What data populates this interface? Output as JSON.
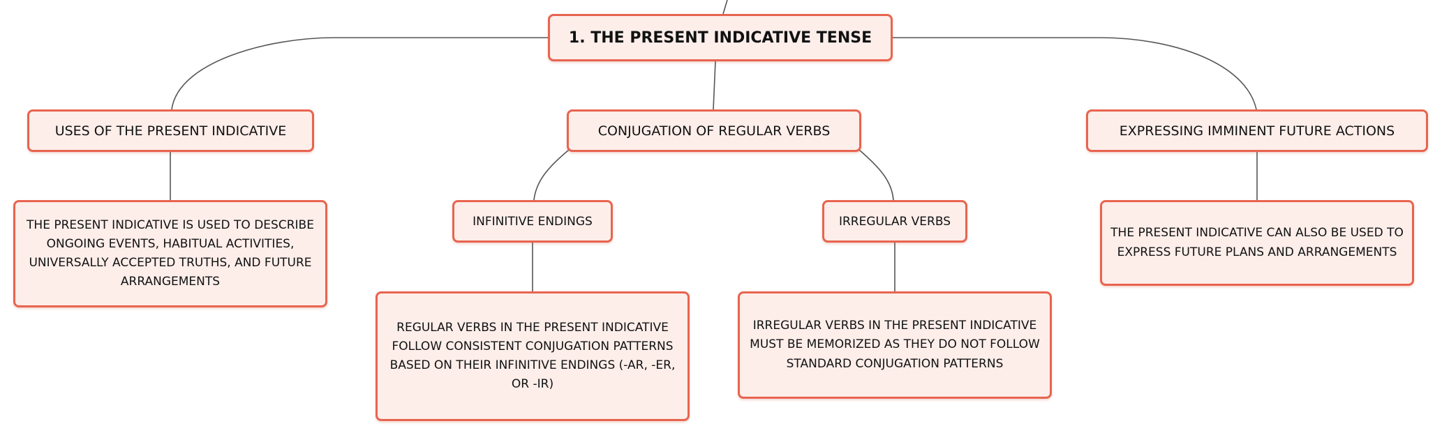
{
  "diagram": {
    "root": "1. THE PRESENT INDICATIVE TENSE",
    "branches": {
      "uses": {
        "label": "USES OF THE PRESENT INDICATIVE",
        "description": "THE PRESENT INDICATIVE IS USED TO DESCRIBE ONGOING EVENTS, HABITUAL ACTIVITIES, UNIVERSALLY ACCEPTED TRUTHS, AND FUTURE ARRANGEMENTS"
      },
      "conjugation": {
        "label": "CONJUGATION OF REGULAR VERBS",
        "children": {
          "infinitive": {
            "label": "INFINITIVE ENDINGS",
            "description": "REGULAR VERBS IN THE PRESENT INDICATIVE FOLLOW CONSISTENT CONJUGATION PATTERNS BASED ON THEIR INFINITIVE ENDINGS (-AR, -ER, OR -IR)"
          },
          "irregular": {
            "label": "IRREGULAR VERBS",
            "description": "IRREGULAR VERBS IN THE PRESENT INDICATIVE MUST BE MEMORIZED AS THEY DO NOT FOLLOW STANDARD CONJUGATION PATTERNS"
          }
        }
      },
      "future": {
        "label": "EXPRESSING IMMINENT FUTURE ACTIONS",
        "description": "THE PRESENT INDICATIVE CAN ALSO BE USED TO EXPRESS FUTURE PLANS AND ARRANGEMENTS"
      }
    },
    "colors": {
      "node_border": "#e8644f",
      "node_fill": "#fdeeea",
      "connector": "#555555",
      "text": "#111111"
    }
  }
}
